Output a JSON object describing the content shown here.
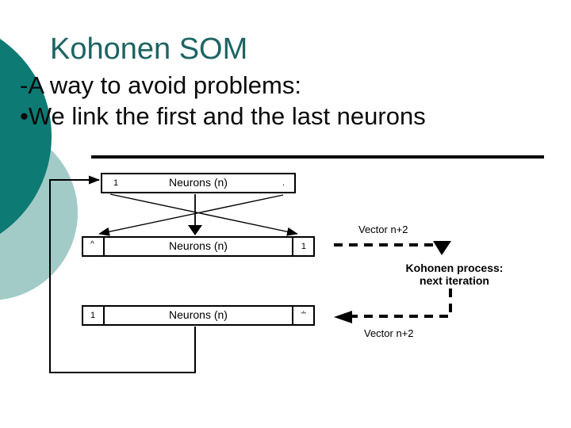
{
  "slide": {
    "title": "Kohonen SOM",
    "bullets": [
      "-A way to avoid problems:",
      "•We link the first and the last neurons"
    ]
  },
  "diagram": {
    "boxes": [
      {
        "left_label": "1",
        "center_label": "Neurons (n)",
        "right_label": "."
      },
      {
        "left_label": "^",
        "center_label": "Neurons (n)",
        "right_label": "1"
      },
      {
        "left_label": "1",
        "center_label": "Neurons (n)",
        "right_label": "∸"
      }
    ],
    "vector_top_label": "Vector n+2",
    "vector_bottom_label": "Vector n+2",
    "process_label_line1": "Kohonen process:",
    "process_label_line2": "next iteration"
  },
  "colors": {
    "title_text": "#1e6363",
    "circle_dark": "#0d7a73",
    "circle_light": "#a2cbc7",
    "line": "#000000",
    "background": "#ffffff"
  }
}
